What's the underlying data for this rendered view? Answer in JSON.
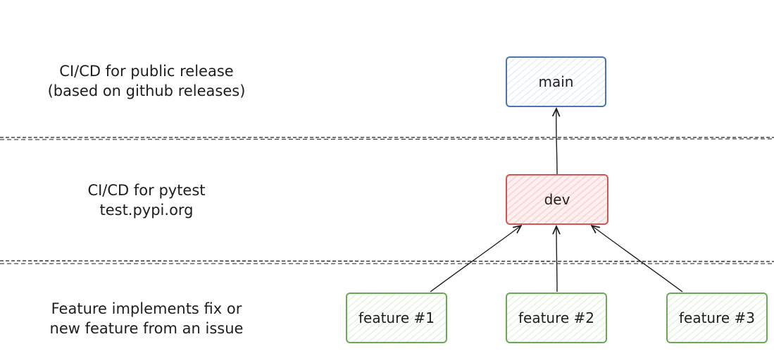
{
  "tiers": {
    "release": {
      "line1": "CI/CD for public release",
      "line2": "(based on github releases)"
    },
    "test": {
      "line1": "CI/CD for pytest",
      "line2": "test.pypi.org"
    },
    "feature": {
      "line1": "Feature implements fix or",
      "line2": "new feature from an issue"
    }
  },
  "nodes": {
    "main": "main",
    "dev": "dev",
    "feature1": "feature #1",
    "feature2": "feature #2",
    "feature3": "feature #3"
  },
  "colors": {
    "main_border": "#4a74b4",
    "dev_border": "#d45555",
    "feature_border": "#6aaa55",
    "ink": "#1e1e1e"
  }
}
